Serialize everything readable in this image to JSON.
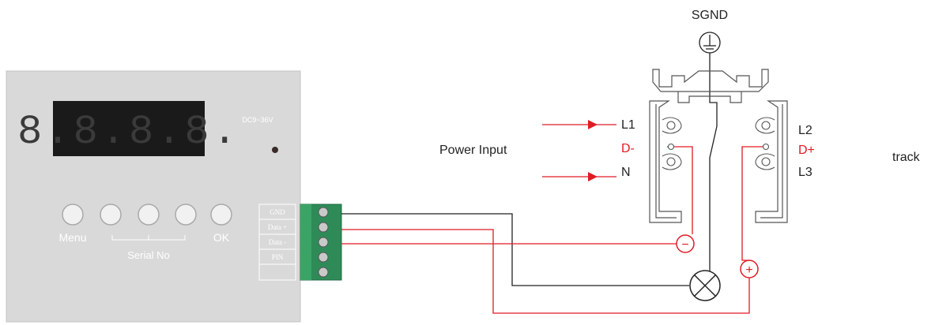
{
  "controller": {
    "display_digits": "8.8.8.8.",
    "voltage_label": "DC9~36V",
    "buttons": [
      "Menu",
      "",
      "",
      "",
      "OK"
    ],
    "serial_label": "Serial No",
    "terminals": [
      "GND",
      "Data +",
      "Data -",
      "PIN"
    ]
  },
  "labels": {
    "sgnd": "SGND",
    "power_input": "Power Input",
    "track": "track",
    "l1": "L1",
    "d_minus": "D-",
    "n": "N",
    "l2": "L2",
    "d_plus": "D+",
    "l3": "L3",
    "minus_symbol": "−",
    "plus_symbol": "+"
  },
  "colors": {
    "wire_black": "#222222",
    "wire_red": "#e01b24",
    "housing": "#d9d9d9",
    "display": "#1a1a1a",
    "terminal_green": "#2e8b57"
  }
}
